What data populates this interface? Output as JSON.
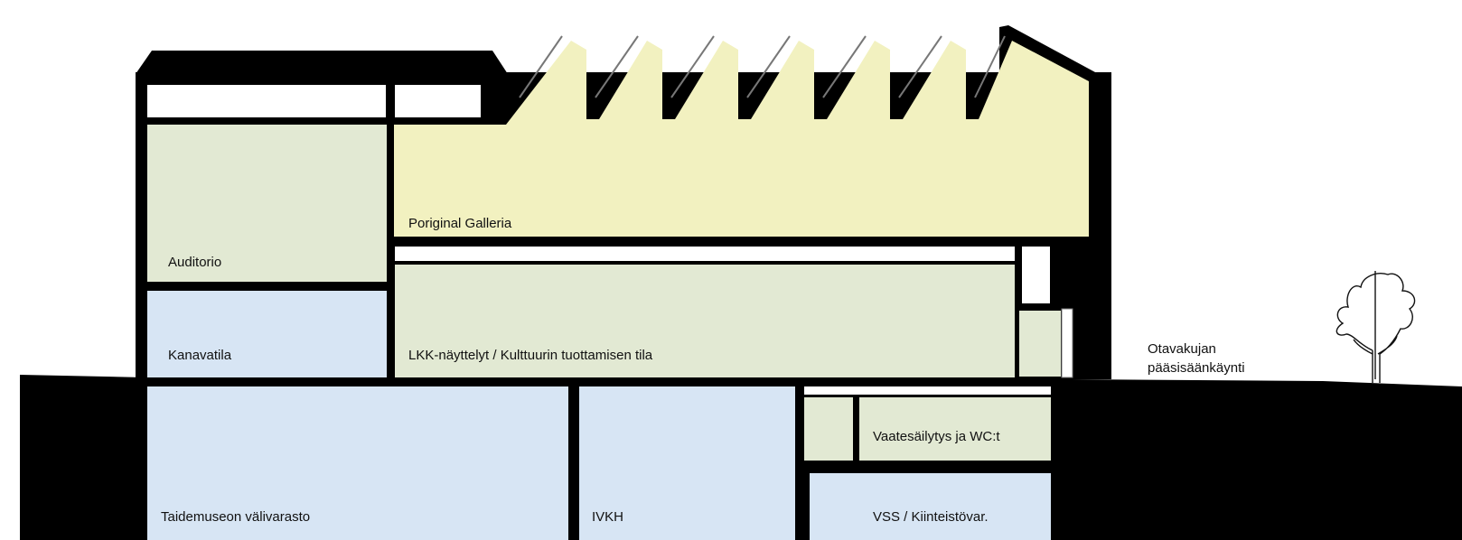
{
  "colors": {
    "structure": "#000000",
    "gallery_fill": "#f2f1c0",
    "green_fill": "#e2e9d3",
    "blue_fill": "#d7e5f4",
    "white_fill": "#ffffff"
  },
  "rooms": {
    "galleria": "Poriginal Galleria",
    "auditorio": "Auditorio",
    "kanavatila": "Kanavatila",
    "lkk": "LKK-näyttelyt / Kulttuurin tuottamisen tila",
    "vaatesailytys": "Vaatesäilytys ja WC:t",
    "valivarasto": "Taidemuseon välivarasto",
    "ivkh": "IVKH",
    "vss": "VSS / Kiinteistövar."
  },
  "entrance": {
    "line1": "Otavakujan",
    "line2": "pääsisäänkäynti"
  },
  "icons": [
    "tree-icon"
  ]
}
